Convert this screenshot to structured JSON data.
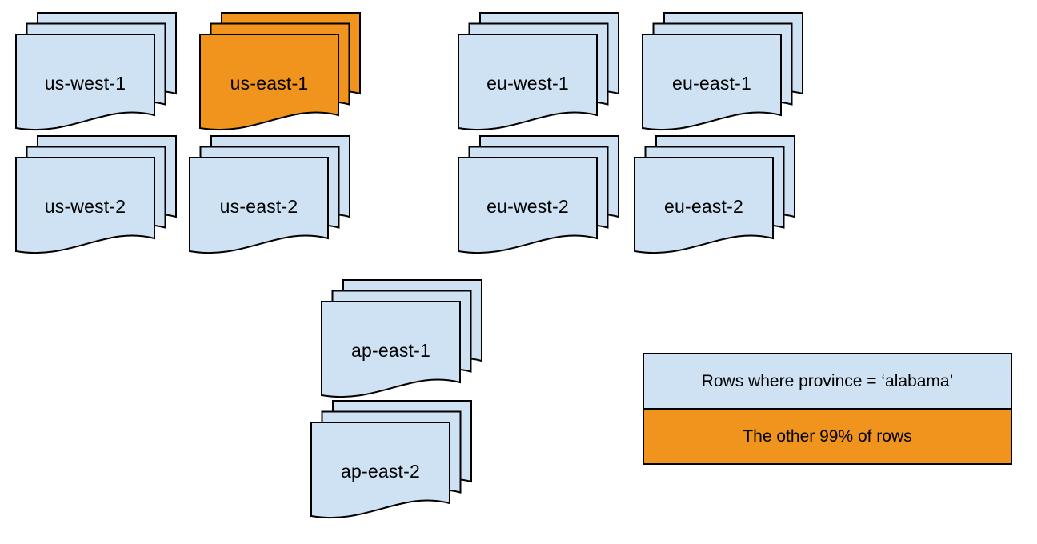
{
  "colors": {
    "blue": "#cfe2f3",
    "orange": "#f0941e",
    "stroke": "#000000",
    "background": "#ffffff"
  },
  "regions": [
    {
      "label": "us-west-1",
      "fill": "blue"
    },
    {
      "label": "us-east-1",
      "fill": "orange"
    },
    {
      "label": "eu-west-1",
      "fill": "blue"
    },
    {
      "label": "eu-east-1",
      "fill": "blue"
    },
    {
      "label": "us-west-2",
      "fill": "blue"
    },
    {
      "label": "us-east-2",
      "fill": "blue"
    },
    {
      "label": "eu-west-2",
      "fill": "blue"
    },
    {
      "label": "eu-east-2",
      "fill": "blue"
    },
    {
      "label": "ap-east-1",
      "fill": "blue"
    },
    {
      "label": "ap-east-2",
      "fill": "blue"
    }
  ],
  "legend": {
    "items": [
      {
        "label": "Rows where province = ‘alabama’",
        "fill": "blue"
      },
      {
        "label": "The other 99% of rows",
        "fill": "orange"
      }
    ]
  }
}
